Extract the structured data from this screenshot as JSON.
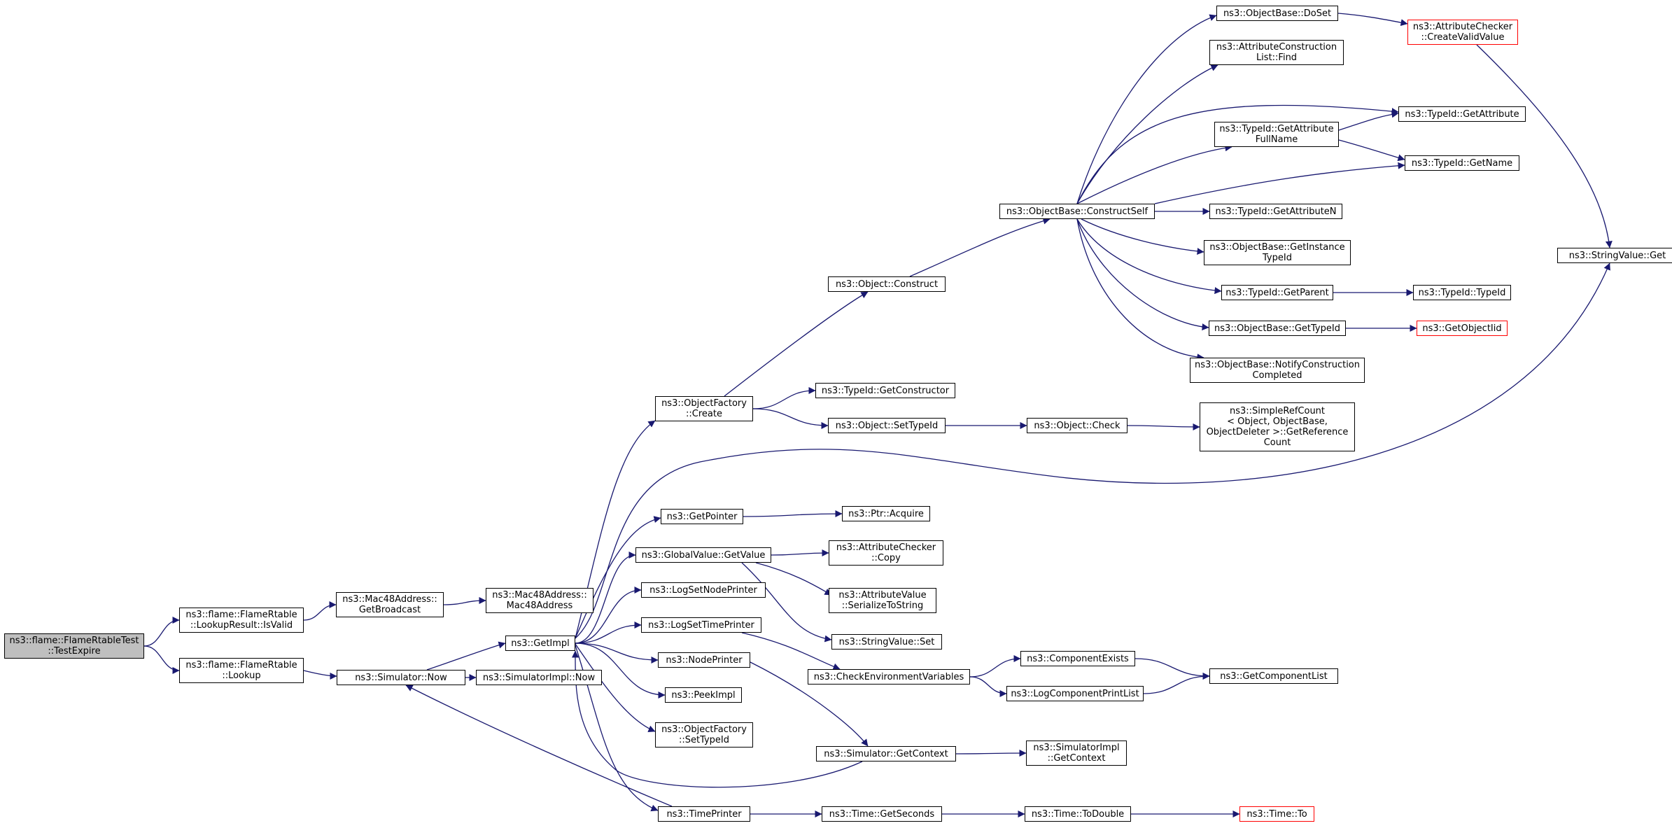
{
  "colors": {
    "edge": "#191970",
    "border": "#000000",
    "truncated_border": "#ff0000",
    "root_fill": "#bfbfbf"
  },
  "nodes": [
    {
      "id": "testexpire",
      "label": "ns3::flame::FlameRtableTest\n::TestExpire",
      "root": true
    },
    {
      "id": "isvalid",
      "label": "ns3::flame::FlameRtable\n::LookupResult::IsValid"
    },
    {
      "id": "lookup",
      "label": "ns3::flame::FlameRtable\n::Lookup"
    },
    {
      "id": "getbroadcast",
      "label": "ns3::Mac48Address::\nGetBroadcast"
    },
    {
      "id": "mac48address",
      "label": "ns3::Mac48Address::\nMac48Address"
    },
    {
      "id": "simnow",
      "label": "ns3::Simulator::Now"
    },
    {
      "id": "getimpl",
      "label": "ns3::GetImpl"
    },
    {
      "id": "simimplnow",
      "label": "ns3::SimulatorImpl::Now"
    },
    {
      "id": "ofcreate",
      "label": "ns3::ObjectFactory\n::Create"
    },
    {
      "id": "getpointer",
      "label": "ns3::GetPointer"
    },
    {
      "id": "gvgetvalue",
      "label": "ns3::GlobalValue::GetValue"
    },
    {
      "id": "logsetnode",
      "label": "ns3::LogSetNodePrinter"
    },
    {
      "id": "logsettime",
      "label": "ns3::LogSetTimePrinter"
    },
    {
      "id": "nodeprinter",
      "label": "ns3::NodePrinter"
    },
    {
      "id": "peekimpl",
      "label": "ns3::PeekImpl"
    },
    {
      "id": "ofsettypeid",
      "label": "ns3::ObjectFactory\n::SetTypeId"
    },
    {
      "id": "timeprinter",
      "label": "ns3::TimePrinter"
    },
    {
      "id": "objconstruct",
      "label": "ns3::Object::Construct"
    },
    {
      "id": "getconstructor",
      "label": "ns3::TypeId::GetConstructor"
    },
    {
      "id": "objsettypeid",
      "label": "ns3::Object::SetTypeId"
    },
    {
      "id": "ptracquire",
      "label": "ns3::Ptr::Acquire"
    },
    {
      "id": "accopy",
      "label": "ns3::AttributeChecker\n::Copy"
    },
    {
      "id": "avserialize",
      "label": "ns3::AttributeValue\n::SerializeToString"
    },
    {
      "id": "svset",
      "label": "ns3::StringValue::Set"
    },
    {
      "id": "checkenv",
      "label": "ns3::CheckEnvironmentVariables"
    },
    {
      "id": "simgetcontext",
      "label": "ns3::Simulator::GetContext"
    },
    {
      "id": "timegetseconds",
      "label": "ns3::Time::GetSeconds"
    },
    {
      "id": "constructself",
      "label": "ns3::ObjectBase::ConstructSelf"
    },
    {
      "id": "objcheck",
      "label": "ns3::Object::Check"
    },
    {
      "id": "compexists",
      "label": "ns3::ComponentExists"
    },
    {
      "id": "logcompprint",
      "label": "ns3::LogComponentPrintList"
    },
    {
      "id": "simimplgetcontext",
      "label": "ns3::SimulatorImpl\n::GetContext"
    },
    {
      "id": "timetodouble",
      "label": "ns3::Time::ToDouble"
    },
    {
      "id": "doset",
      "label": "ns3::ObjectBase::DoSet"
    },
    {
      "id": "aclfind",
      "label": "ns3::AttributeConstruction\nList::Find"
    },
    {
      "id": "getattrfullname",
      "label": "ns3::TypeId::GetAttribute\nFullName"
    },
    {
      "id": "getattrn",
      "label": "ns3::TypeId::GetAttributeN"
    },
    {
      "id": "getinstancetypeid",
      "label": "ns3::ObjectBase::GetInstance\nTypeId"
    },
    {
      "id": "getparent",
      "label": "ns3::TypeId::GetParent"
    },
    {
      "id": "obgettypeid",
      "label": "ns3::ObjectBase::GetTypeId"
    },
    {
      "id": "notifyconstruction",
      "label": "ns3::ObjectBase::NotifyConstruction\nCompleted"
    },
    {
      "id": "getreferencecount",
      "label": "ns3::SimpleRefCount\n< Object, ObjectBase,\nObjectDeleter >::GetReference\nCount"
    },
    {
      "id": "getcomponentlist",
      "label": "ns3::GetComponentList"
    },
    {
      "id": "timeto",
      "label": "ns3::Time::To",
      "truncated": true
    },
    {
      "id": "createvalidvalue",
      "label": "ns3::AttributeChecker\n::CreateValidValue",
      "truncated": true
    },
    {
      "id": "getattribute",
      "label": "ns3::TypeId::GetAttribute"
    },
    {
      "id": "getname",
      "label": "ns3::TypeId::GetName"
    },
    {
      "id": "typeidtypeid",
      "label": "ns3::TypeId::TypeId"
    },
    {
      "id": "getobjectiid",
      "label": "ns3::GetObjectIid",
      "truncated": true
    },
    {
      "id": "svget",
      "label": "ns3::StringValue::Get"
    }
  ],
  "edges": [
    [
      "testexpire",
      "isvalid"
    ],
    [
      "testexpire",
      "lookup"
    ],
    [
      "isvalid",
      "getbroadcast"
    ],
    [
      "getbroadcast",
      "mac48address"
    ],
    [
      "lookup",
      "simnow"
    ],
    [
      "simnow",
      "getimpl"
    ],
    [
      "simnow",
      "simimplnow"
    ],
    [
      "getimpl",
      "ofcreate"
    ],
    [
      "getimpl",
      "getpointer"
    ],
    [
      "getimpl",
      "gvgetvalue"
    ],
    [
      "getimpl",
      "logsetnode"
    ],
    [
      "getimpl",
      "logsettime"
    ],
    [
      "getimpl",
      "nodeprinter"
    ],
    [
      "getimpl",
      "peekimpl"
    ],
    [
      "getimpl",
      "ofsettypeid"
    ],
    [
      "getimpl",
      "timeprinter"
    ],
    [
      "getimpl",
      "svget"
    ],
    [
      "ofcreate",
      "objconstruct"
    ],
    [
      "ofcreate",
      "getconstructor"
    ],
    [
      "ofcreate",
      "objsettypeid"
    ],
    [
      "getpointer",
      "ptracquire"
    ],
    [
      "gvgetvalue",
      "accopy"
    ],
    [
      "gvgetvalue",
      "avserialize"
    ],
    [
      "gvgetvalue",
      "svset"
    ],
    [
      "logsettime",
      "checkenv"
    ],
    [
      "nodeprinter",
      "simgetcontext"
    ],
    [
      "simgetcontext",
      "getimpl"
    ],
    [
      "simgetcontext",
      "simimplgetcontext"
    ],
    [
      "timeprinter",
      "simnow"
    ],
    [
      "timeprinter",
      "timegetseconds"
    ],
    [
      "objconstruct",
      "constructself"
    ],
    [
      "objsettypeid",
      "objcheck"
    ],
    [
      "checkenv",
      "compexists"
    ],
    [
      "checkenv",
      "logcompprint"
    ],
    [
      "timegetseconds",
      "timetodouble"
    ],
    [
      "constructself",
      "doset"
    ],
    [
      "constructself",
      "aclfind"
    ],
    [
      "constructself",
      "getattribute"
    ],
    [
      "constructself",
      "getattrfullname"
    ],
    [
      "constructself",
      "getname"
    ],
    [
      "constructself",
      "getattrn"
    ],
    [
      "constructself",
      "getinstancetypeid"
    ],
    [
      "constructself",
      "getparent"
    ],
    [
      "constructself",
      "obgettypeid"
    ],
    [
      "constructself",
      "notifyconstruction"
    ],
    [
      "objcheck",
      "getreferencecount"
    ],
    [
      "compexists",
      "getcomponentlist"
    ],
    [
      "logcompprint",
      "getcomponentlist"
    ],
    [
      "timetodouble",
      "timeto"
    ],
    [
      "doset",
      "createvalidvalue"
    ],
    [
      "createvalidvalue",
      "svget"
    ],
    [
      "getattrfullname",
      "getattribute"
    ],
    [
      "getattrfullname",
      "getname"
    ],
    [
      "getparent",
      "typeidtypeid"
    ],
    [
      "obgettypeid",
      "getobjectiid"
    ]
  ]
}
